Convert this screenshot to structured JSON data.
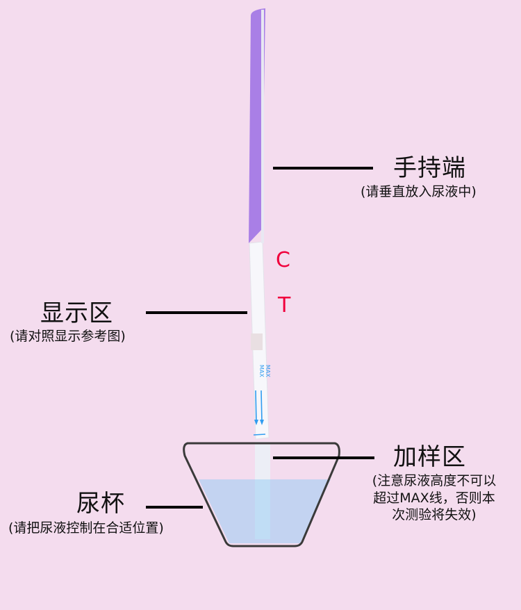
{
  "diagram": {
    "title": "验孕试纸使用示意图",
    "colors": {
      "background": "#f4dcee",
      "handle": "#a97fe6",
      "strip": "#f7f7fb",
      "liquid": "#c3d3f1",
      "marker_text": "#f0003c",
      "max_mark": "#2f9cf0",
      "cup_outline": "#3a3a3a"
    },
    "strip_markers": {
      "control": "C",
      "test": "T",
      "max_label": "MAX"
    },
    "labels": {
      "handle": {
        "title": "手持端",
        "note": "(请垂直放入尿液中)"
      },
      "display": {
        "title": "显示区",
        "note": "(请对照显示参考图)"
      },
      "sample": {
        "title": "加样区",
        "note_lines": [
          "(注意尿液高度不可以",
          "超过MAX线，否则本",
          "次测验将失效)"
        ]
      },
      "cup": {
        "title": "尿杯",
        "note": "(请把尿液控制在合适位置)"
      }
    }
  }
}
